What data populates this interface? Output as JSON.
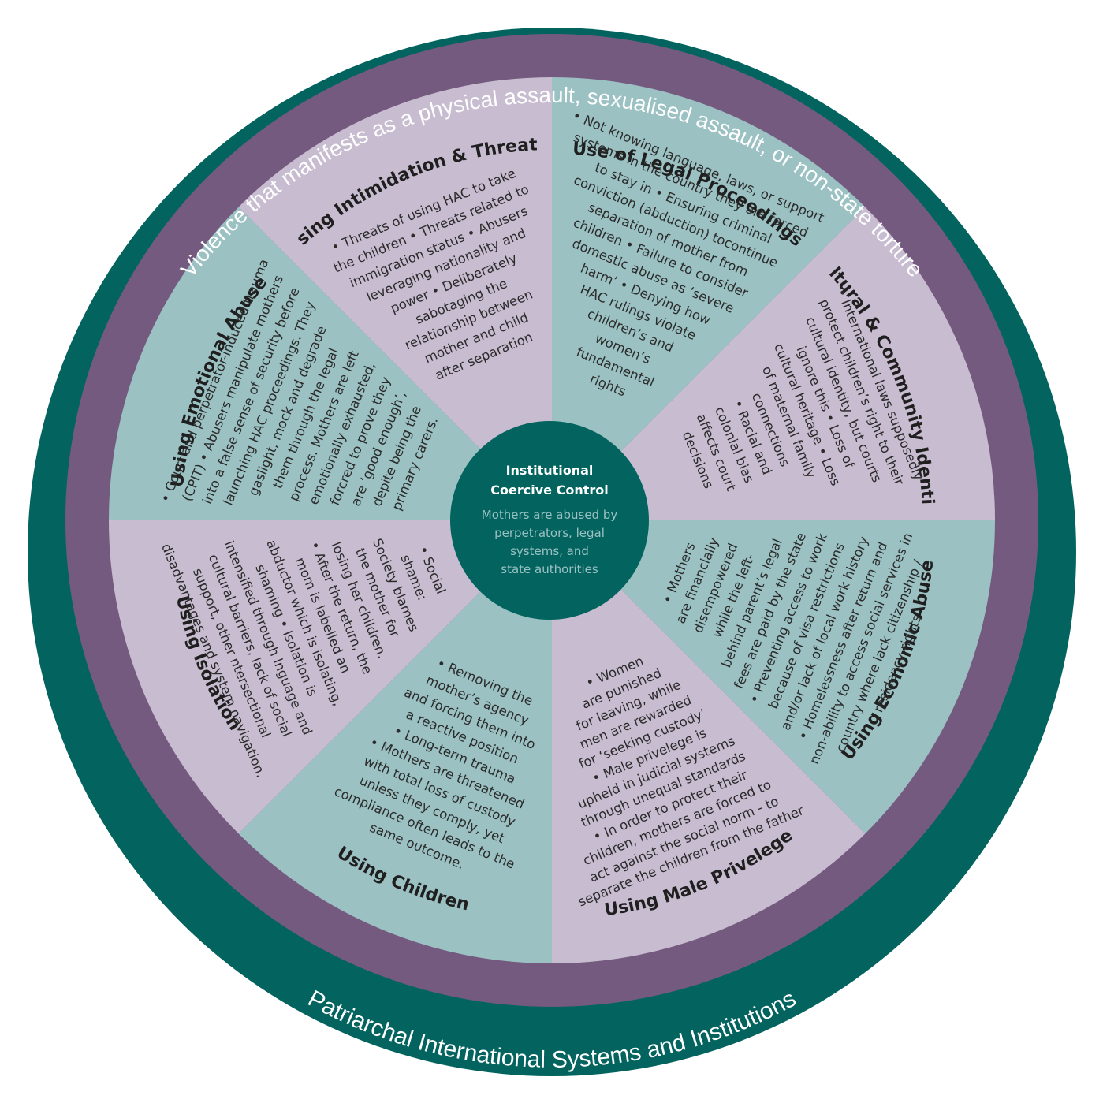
{
  "colors": {
    "outer_ring": "#02635f",
    "middle_ring": "#755a80",
    "segment_teal": "#9bc1c3",
    "segment_lilac": "#c8bcd0",
    "center": "#02635f",
    "center_subtext": "#9bc1c3"
  },
  "outer_ring": {
    "label": "Patriarchal International Systems and Institutions"
  },
  "middle_ring": {
    "label": "Violence that manifests as a physical assault, sexualised assault, or non-state torture"
  },
  "center": {
    "title_lines": [
      "Institutional",
      "Coercive Control"
    ],
    "body_lines": [
      "Mothers are abused by",
      "perpetrators, legal",
      "systems, and",
      "state authorities"
    ]
  },
  "segments": [
    {
      "id": "legal",
      "title": "Use of Legal Proceedings",
      "tone": "teal",
      "lines": [
        "• Not knowing language, laws, or support",
        "systems in the country they are forced",
        "to stay in • Ensuring criminal",
        "conviction (abduction) tocontinue",
        "separation of mother from",
        "children • Failure to consider",
        "domestic abuse as ‘severe",
        "harm’ • Denying how",
        "HAC rulings violate",
        "children’s and",
        "women’s",
        "fundamental",
        "rights"
      ]
    },
    {
      "id": "cultural",
      "title": "Cultural & Community Identity",
      "tone": "lilac",
      "lines": [
        "• International laws supposedly",
        "protect children’s right to their",
        "cultural identity, but courts",
        "ignore this • Loss of",
        "cultural heritage • Loss",
        "of maternal family",
        "connections",
        "• Racial and",
        "colonial bias",
        "affects court",
        "decisions"
      ]
    },
    {
      "id": "economic",
      "title": "Using Economic Abuse",
      "tone": "teal",
      "lines": [
        "• Mothers",
        "are financially",
        "disempowered",
        "while the left-",
        "behind parent’s legal",
        "fees are paid by the state",
        "• Preventing access to work",
        "because of visa restrictions",
        "and/or lack of local work history",
        "• Homelessness after return and",
        "non-ability to access social services in",
        "country where lack citizenship /",
        "residency rights"
      ]
    },
    {
      "id": "male",
      "title": "Using Male Privelege",
      "tone": "lilac",
      "lines": [
        "• Women",
        "are punished",
        "for leaving, while",
        "men are rewarded",
        "for ‘seeking custody’",
        "• Male privelege is",
        "upheld in judicial systems",
        "through unequal standards",
        "• In order to protect their",
        "children, mothers are forced to",
        "act against the social norm - to",
        "separate the children from the father"
      ]
    },
    {
      "id": "children",
      "title": "Using Children",
      "tone": "teal",
      "lines": [
        "• Removing the",
        "mother’s agency",
        "and forcing them into",
        "a reactive position",
        "• Long-term trauma",
        "• Mothers are threatened",
        "with total loss of custody",
        "unless they comply, yet",
        "compliance often leads to the",
        "same outcome."
      ]
    },
    {
      "id": "isolation",
      "title": "Using Isolation",
      "tone": "lilac",
      "lines": [
        "• Social",
        "shame:",
        "Society blames",
        "the mother for",
        "losing her children.",
        "• After the return, the",
        "mom is labelled an",
        "abductor which is isolating,",
        "shaming • Isolation is",
        "intensified through lnguage and",
        "cultural barriers, lack of social",
        "support, other ntersectional",
        "disadvantages and system navigation."
      ]
    },
    {
      "id": "emotional",
      "title": "Using Emotional Abuse",
      "tone": "teal",
      "lines": [
        "• Court and perpetrator-induced trauma",
        "(CPIT) • Abusers manipulate mothers",
        "into a false sense of security before",
        "launching HAC proceedings. They",
        "gaslight, mock and degrade",
        "them through the legal",
        "process. Mothers are left",
        "emotionally exhausted,",
        "forcred to prove they",
        "are ‘good enough’,",
        "depite being the",
        "primary carers."
      ]
    },
    {
      "id": "intimidation",
      "title": "Using Intimidation & Threats",
      "tone": "lilac",
      "lines": [
        "• Threats of using HAC to take",
        "the children • Threats related to",
        "immigration status • Abusers",
        "leveraging nationality and",
        "power • Deliberately",
        "sabotaging the",
        "relationship between",
        "mother and child",
        "after separation"
      ]
    }
  ]
}
